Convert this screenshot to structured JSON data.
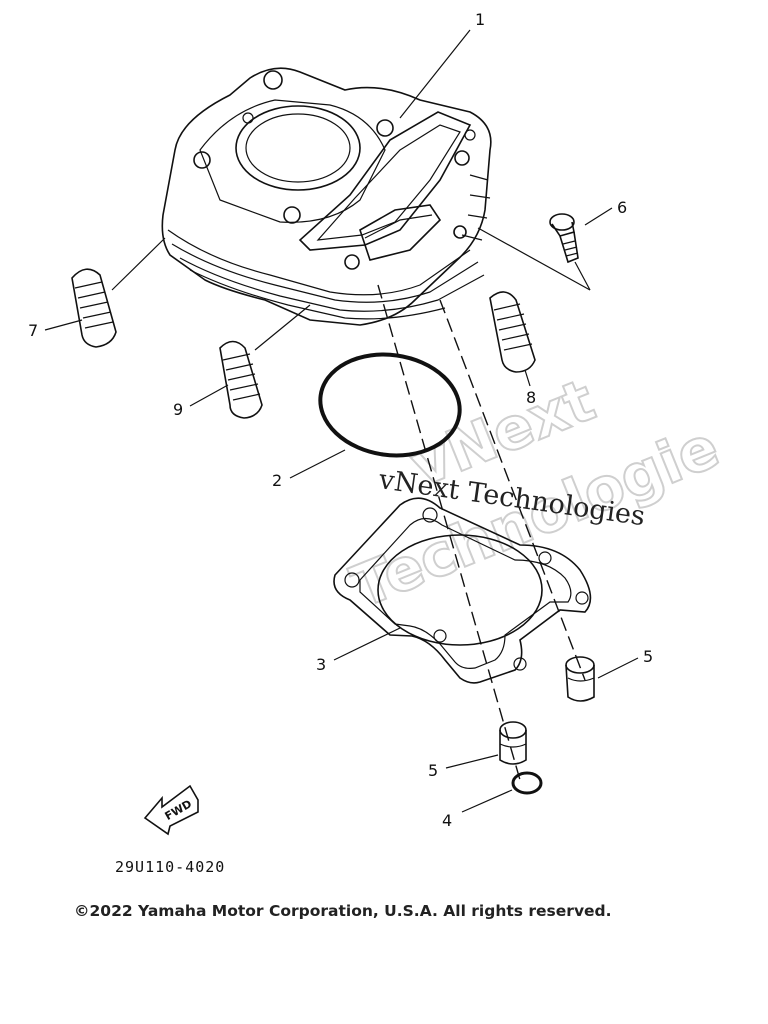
{
  "callouts": {
    "c1": "1",
    "c2": "2",
    "c3": "3",
    "c4": "4",
    "c5a": "5",
    "c5b": "5",
    "c6": "6",
    "c7": "7",
    "c8": "8",
    "c9": "9"
  },
  "fwd_label": "FWD",
  "diagram_code": "29U110-4020",
  "copyright": "©2022 Yamaha Motor Corporation, U.S.A. All rights reserved.",
  "watermark": {
    "text": "vNext Technologies",
    "outline_line1": "vNext",
    "outline_line2": "Technologie"
  }
}
